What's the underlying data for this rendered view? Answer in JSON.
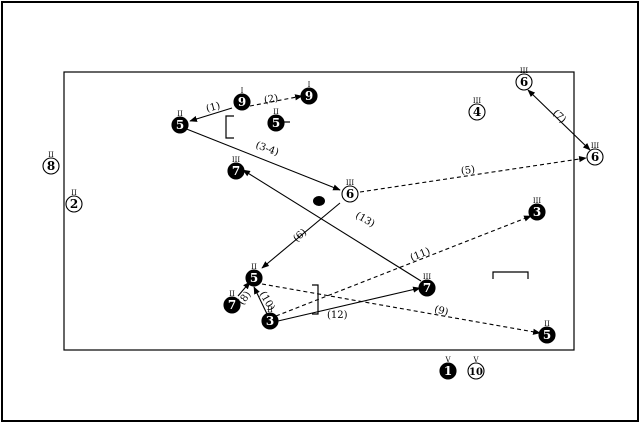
{
  "players": [
    {
      "id": "p9a",
      "number": "9",
      "mark": "I",
      "filled": true
    },
    {
      "id": "p9b",
      "number": "9",
      "mark": "I",
      "filled": true
    },
    {
      "id": "p5a",
      "number": "5",
      "mark": "II",
      "filled": true
    },
    {
      "id": "p5b",
      "number": "5",
      "mark": "II",
      "filled": true
    },
    {
      "id": "p6a",
      "number": "6",
      "mark": "III",
      "filled": false
    },
    {
      "id": "p4",
      "number": "4",
      "mark": "III",
      "filled": false
    },
    {
      "id": "p6b",
      "number": "6",
      "mark": "III",
      "filled": false
    },
    {
      "id": "p8",
      "number": "8",
      "mark": "II",
      "filled": false
    },
    {
      "id": "p2",
      "number": "2",
      "mark": "II",
      "filled": false
    },
    {
      "id": "p7a",
      "number": "7",
      "mark": "III",
      "filled": true
    },
    {
      "id": "p6c",
      "number": "6",
      "mark": "III",
      "filled": false
    },
    {
      "id": "p3a",
      "number": "3",
      "mark": "III",
      "filled": true
    },
    {
      "id": "p5c",
      "number": "5",
      "mark": "II",
      "filled": true
    },
    {
      "id": "p7b",
      "number": "7",
      "mark": "III",
      "filled": true
    },
    {
      "id": "p7c",
      "number": "7",
      "mark": "II",
      "filled": true
    },
    {
      "id": "p3b",
      "number": "3",
      "mark": "II",
      "filled": true
    },
    {
      "id": "p5d",
      "number": "5",
      "mark": "II",
      "filled": true
    },
    {
      "id": "p1",
      "number": "1",
      "mark": "V",
      "filled": true
    },
    {
      "id": "p10",
      "number": "10",
      "mark": "V",
      "filled": false
    }
  ],
  "step_labels": [
    "(1)",
    "(2)",
    "(3-4)",
    "(5)",
    "(6)",
    "(7)",
    "(8)",
    "(9)",
    "(10)",
    "(11)",
    "(12)",
    "(13)"
  ],
  "colors": {
    "ink": "#000000",
    "paper": "#ffffff"
  }
}
